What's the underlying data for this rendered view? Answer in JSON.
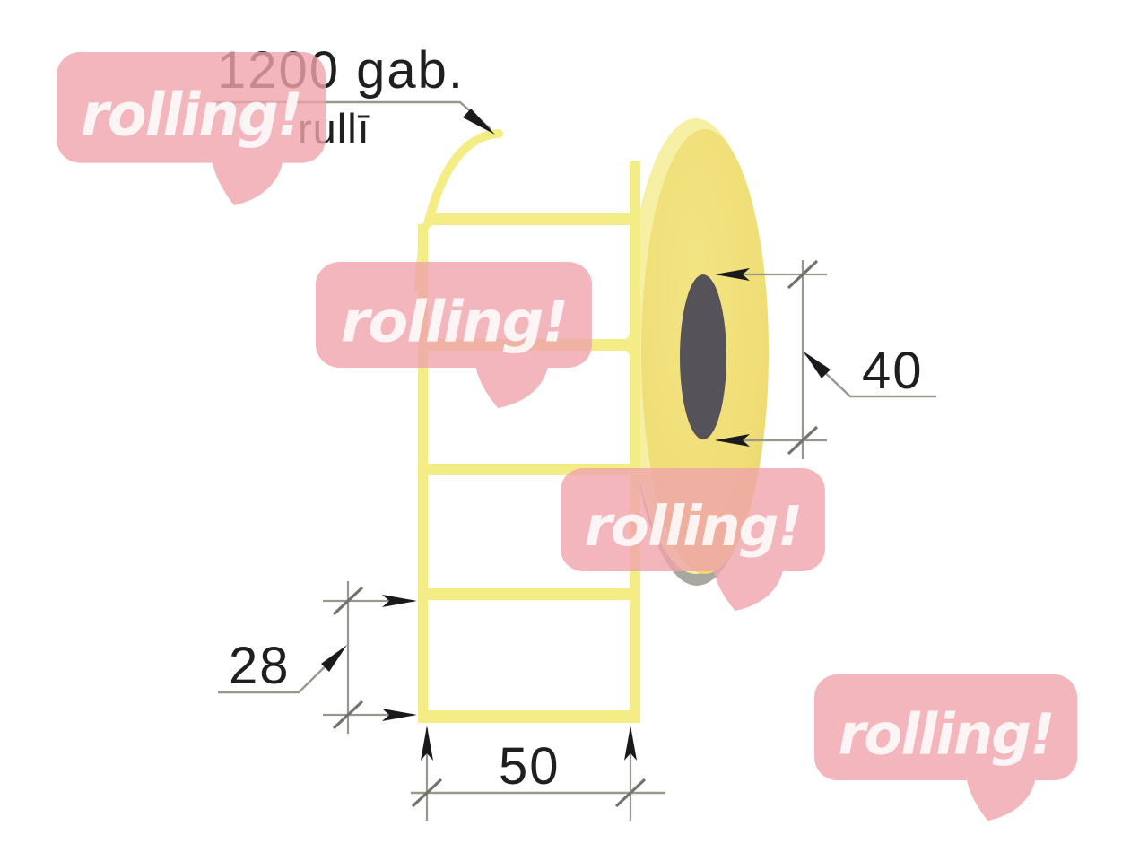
{
  "callout": {
    "quantity_line": "1200 gab.",
    "unit_line": "rullī"
  },
  "dimensions": {
    "label_width": "50",
    "label_height": "28",
    "core_diameter": "40"
  },
  "watermark": {
    "text": "rolling!"
  },
  "colors": {
    "strip_yellow": "#f4ec85",
    "label_white": "#ffffff",
    "roll_rim": "#f6f0a4",
    "roll_face": "#f0de76",
    "roll_core": "#55525a",
    "roll_shadow": "#a8a8a0",
    "watermark_pink": "#efa4ab",
    "watermark_text": "#ffffff",
    "dim_line_gray": "#98988f",
    "arrow_black": "#1a1a1a",
    "text_dark": "#1f1f1d"
  }
}
